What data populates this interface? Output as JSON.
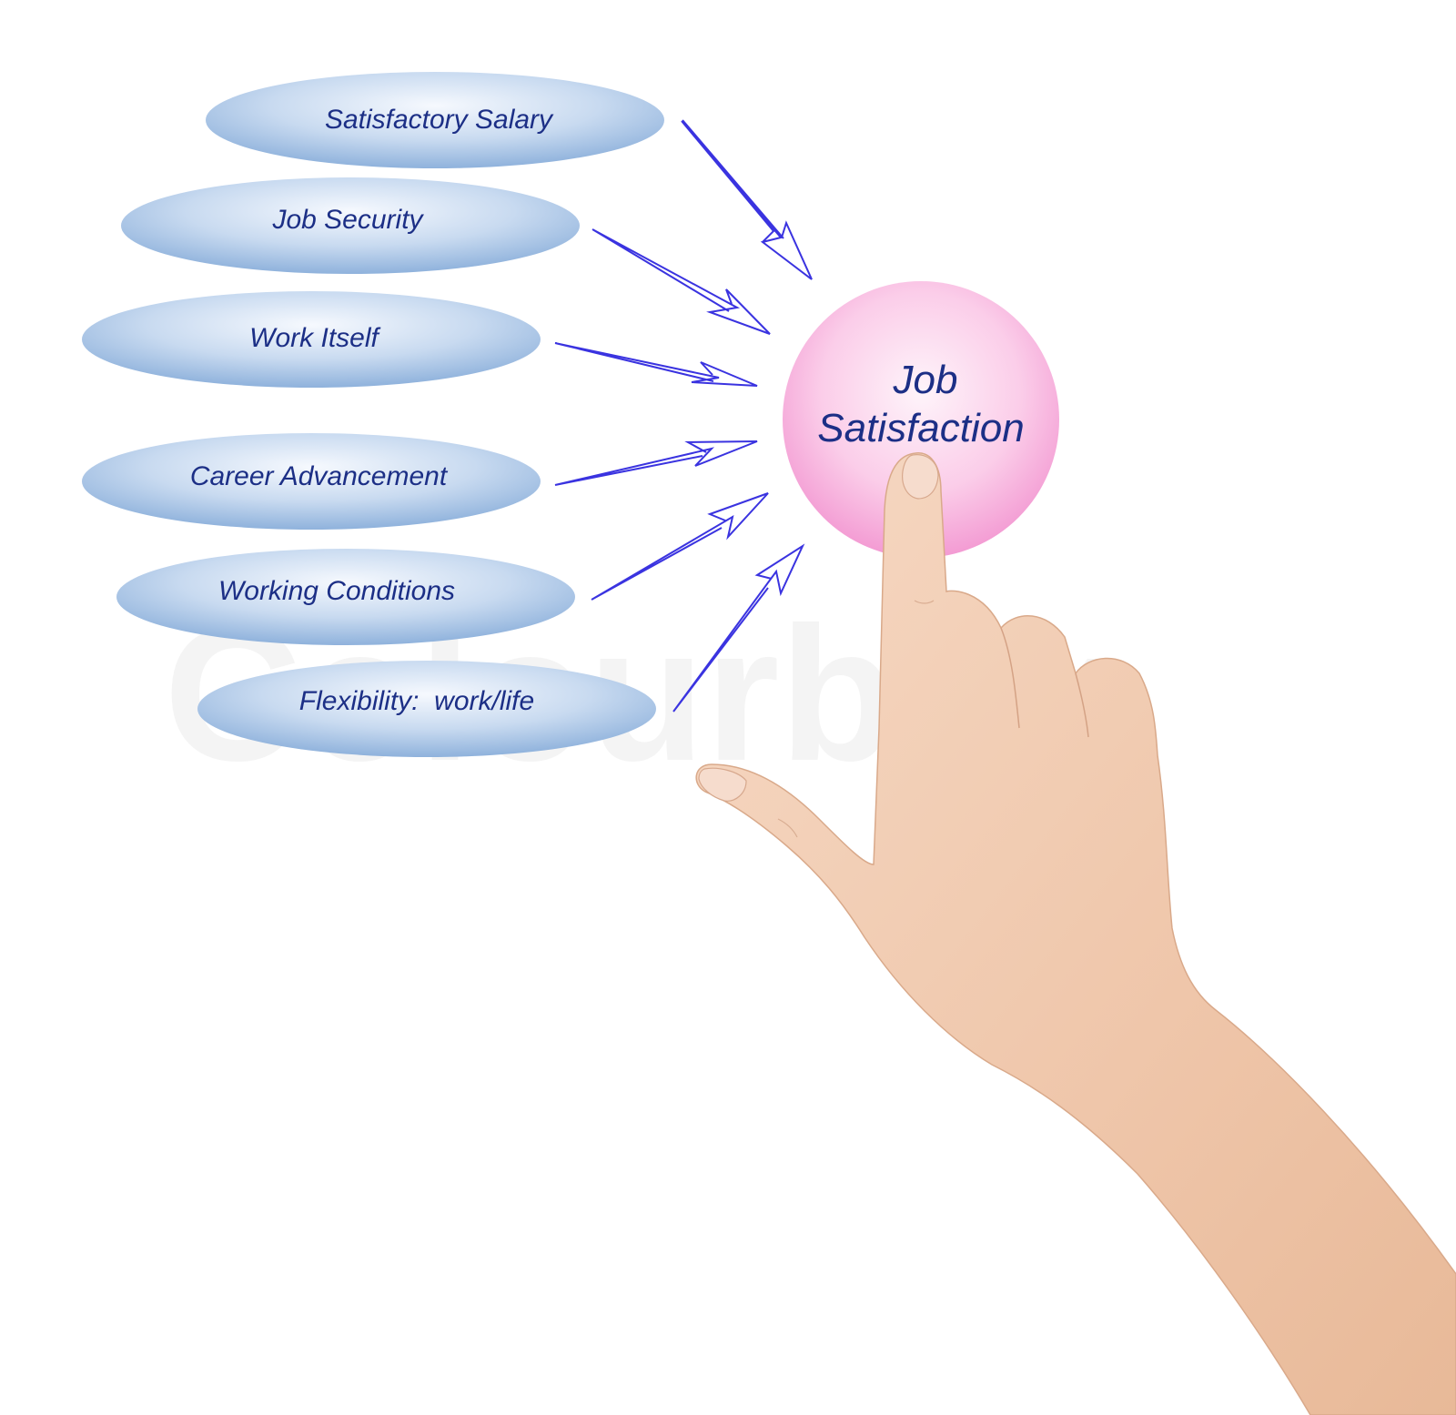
{
  "diagram": {
    "center": {
      "line1": "Job",
      "line2": "Satisfaction"
    },
    "factors": [
      "Satisfactory Salary",
      "Job Security",
      "Work Itself",
      "Career Advancement",
      "Working Conditions",
      "Flexibility:  work/life"
    ],
    "watermark": "Colourbox",
    "colors": {
      "ellipse_light": "#f4f8fd",
      "ellipse_dark": "#8db0da",
      "circle_light": "#fdf1f8",
      "circle_dark": "#f39ad2",
      "arrow": "#3a33e0",
      "text": "#1c2f86",
      "skin": "#f2cdb4"
    }
  }
}
